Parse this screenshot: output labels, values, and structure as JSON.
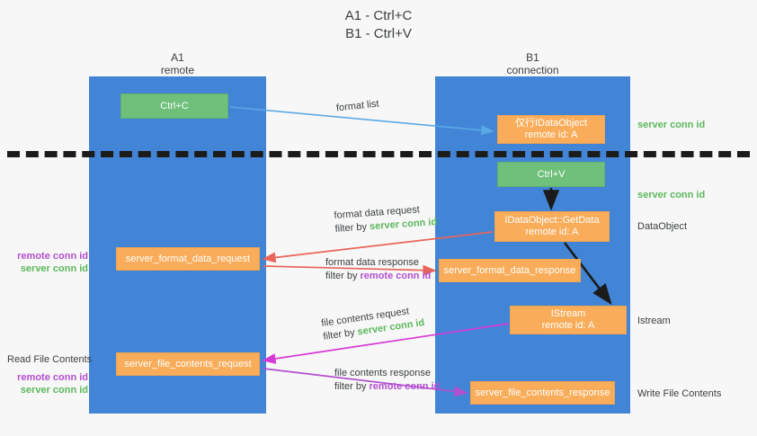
{
  "title": {
    "line1": "A1 - Ctrl+C",
    "line2": "B1 - Ctrl+V"
  },
  "lanes": [
    {
      "id": "a1",
      "name": "A1",
      "subtitle": "remote",
      "color": "#4285d6"
    },
    {
      "id": "b1",
      "name": "B1",
      "subtitle": "connection",
      "color": "#4285d6"
    }
  ],
  "nodes": {
    "ctrl_c": {
      "label": "Ctrl+C",
      "color": "#6ec07a",
      "lane": "a1"
    },
    "idataobject": {
      "line1": "仅行IDataObject",
      "line2": "remote id: A",
      "color": "#f9ad5a",
      "lane": "b1"
    },
    "ctrl_v": {
      "label": "Ctrl+V",
      "color": "#6ec07a",
      "lane": "b1"
    },
    "getdata": {
      "line1": "IDataObject::GetData",
      "line2": "remote id: A",
      "color": "#f9ad5a",
      "lane": "b1"
    },
    "format_data_request": {
      "label": "server_format_data_request",
      "color": "#f9ad5a",
      "lane": "a1"
    },
    "format_data_response": {
      "label": "server_format_data_response",
      "color": "#f9ad5a",
      "lane": "b1"
    },
    "istream": {
      "line1": "IStream",
      "line2": "remote id: A",
      "color": "#f9ad5a",
      "lane": "b1"
    },
    "file_contents_request": {
      "label": "server_file_contents_request",
      "color": "#f9ad5a",
      "lane": "a1"
    },
    "file_contents_response": {
      "label": "server_file_contents_response",
      "color": "#f9ad5a",
      "lane": "b1"
    }
  },
  "flows": {
    "format_list": {
      "label": "format list",
      "arrow_color": "#5aa9e6"
    },
    "format_data_request": {
      "label": "format data request",
      "filter_prefix": "filter by ",
      "filter_value": "server conn id",
      "filter_color": "#5cb85c",
      "arrow_color": "#e8655a"
    },
    "format_data_response": {
      "label": "format data response",
      "filter_prefix": "filter by ",
      "filter_value": "remote conn id",
      "filter_color": "#b44fd0",
      "arrow_color": "#e8655a"
    },
    "file_contents_request": {
      "label": "file contents request",
      "filter_prefix": "filter by ",
      "filter_value": "server conn id",
      "filter_color": "#5cb85c",
      "arrow_color": "#d63ad6"
    },
    "file_contents_response": {
      "label": "file contents response",
      "filter_prefix": "filter by ",
      "filter_value": "remote conn id",
      "filter_color": "#b44fd0",
      "arrow_color": "#b44fd0"
    }
  },
  "right_labels": {
    "server_conn_id_top": "server conn id",
    "server_conn_id_second": "server conn id",
    "dataobject": "DataObject",
    "istream": "Istream",
    "write_file_contents": "Write File Contents"
  },
  "left_labels": {
    "remote_conn_id_1": "remote conn id",
    "server_conn_id_1": "server conn id",
    "read_file_contents": "Read File Contents",
    "remote_conn_id_2": "remote conn id",
    "server_conn_id_2": "server conn id"
  },
  "colors": {
    "lane": "#4285d6",
    "green_node": "#6ec07a",
    "orange_node": "#f9ad5a",
    "green_text": "#5cb85c",
    "purple_text": "#b44fd0",
    "divider": "#1b1b1b",
    "background": "#f7f7f7"
  }
}
